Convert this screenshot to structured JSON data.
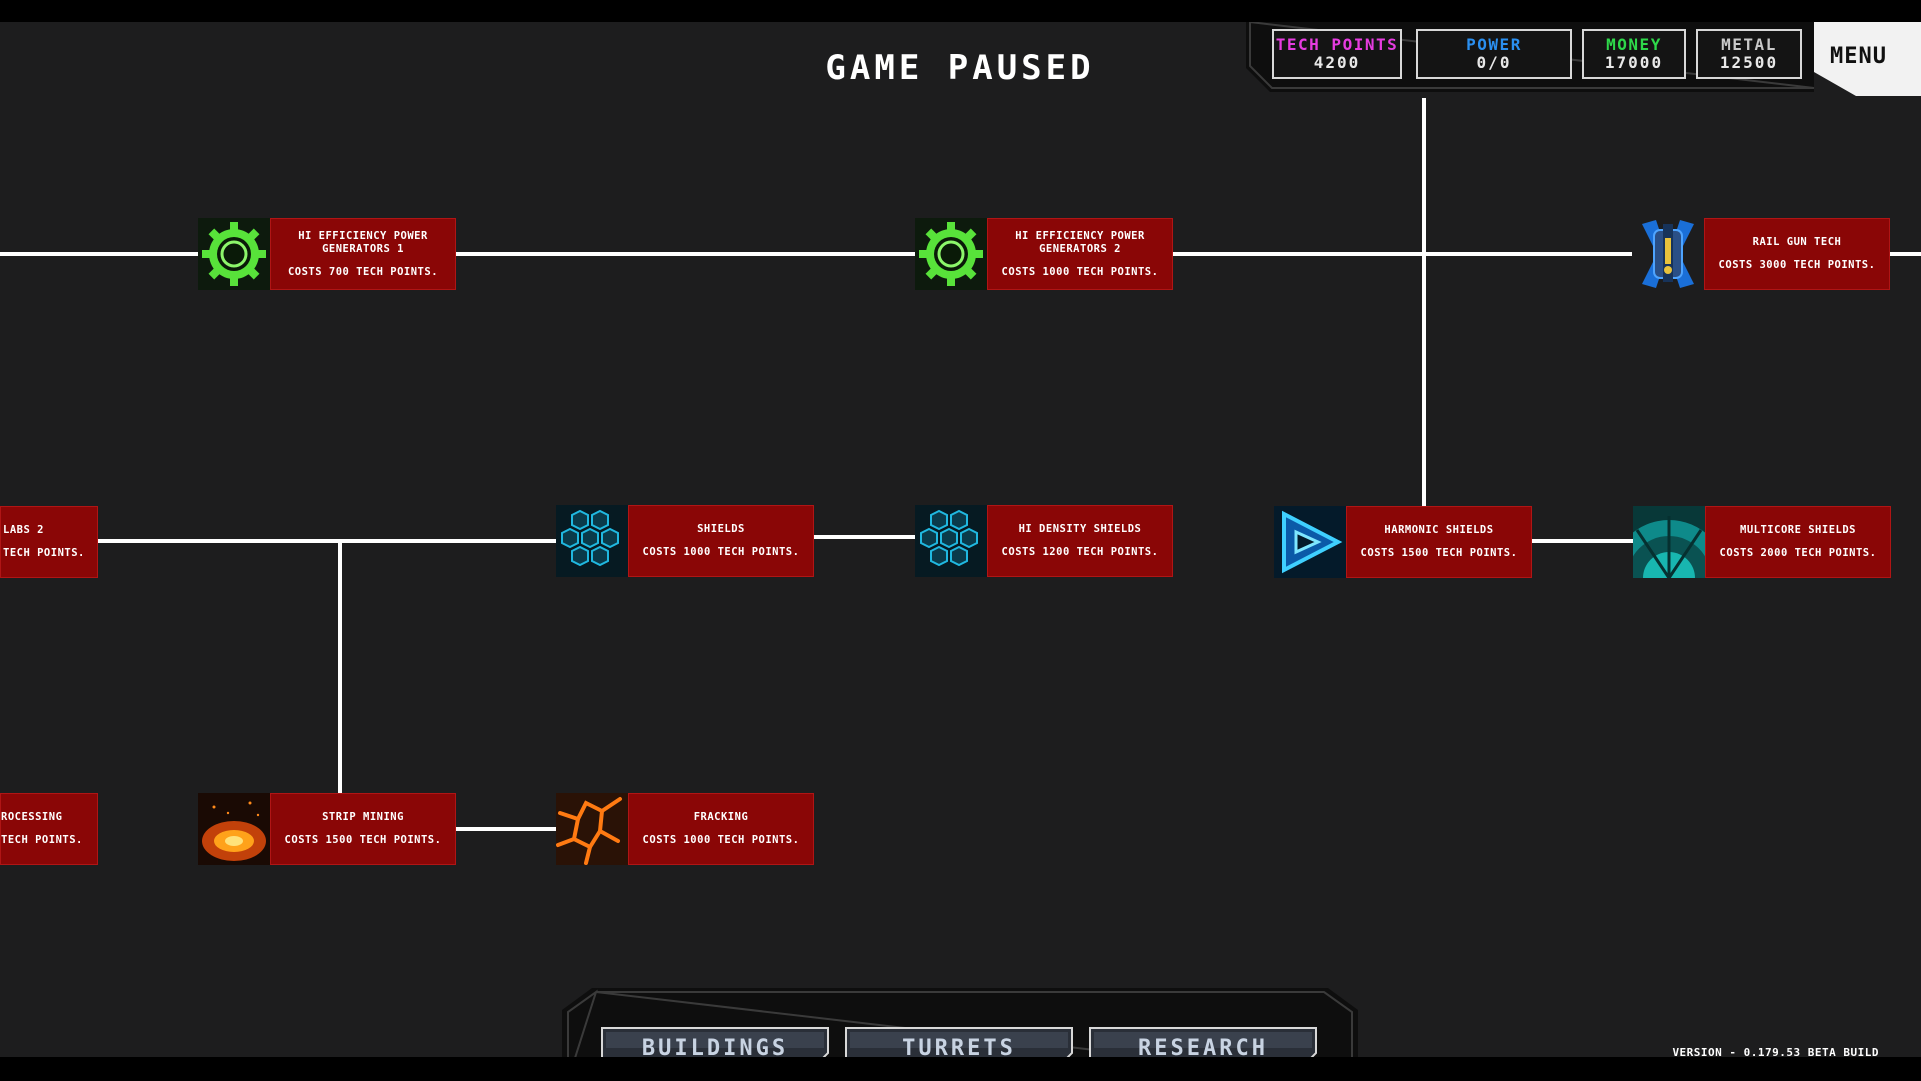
{
  "header": {
    "title": "GAME PAUSED",
    "menu_label": "MENU"
  },
  "resources": [
    {
      "label": "TECH POINTS",
      "value": "4200",
      "color": "#e63ce0"
    },
    {
      "label": "POWER",
      "value": "0/0",
      "color": "#2a8ff0"
    },
    {
      "label": "MONEY",
      "value": "17000",
      "color": "#2ed84a"
    },
    {
      "label": "METAL",
      "value": "12500",
      "color": "#c9c9c9"
    }
  ],
  "tech_tree": {
    "nodes": [
      {
        "id": "hi-efficiency-power-generators-1",
        "name": "HI EFFICIENCY POWER GENERATORS 1",
        "cost": "COSTS 700 TECH POINTS.",
        "icon": "gear-icon"
      },
      {
        "id": "hi-efficiency-power-generators-2",
        "name": "HI EFFICIENCY POWER GENERATORS 2",
        "cost": "COSTS 1000 TECH POINTS.",
        "icon": "gear-icon"
      },
      {
        "id": "rail-gun-tech",
        "name": "RAIL GUN TECH",
        "cost": "COSTS 3000 TECH POINTS.",
        "icon": "railgun-icon"
      },
      {
        "id": "labs-2",
        "name": "LABS 2",
        "cost": "TECH POINTS.",
        "icon": ""
      },
      {
        "id": "shields",
        "name": "SHIELDS",
        "cost": "COSTS 1000 TECH POINTS.",
        "icon": "hex-shield-icon"
      },
      {
        "id": "hi-density-shields",
        "name": "HI DENSITY SHIELDS",
        "cost": "COSTS 1200 TECH POINTS.",
        "icon": "hex-shield-icon"
      },
      {
        "id": "harmonic-shields",
        "name": "HARMONIC SHIELDS",
        "cost": "COSTS 1500 TECH POINTS.",
        "icon": "triangle-shield-icon"
      },
      {
        "id": "multicore-shields",
        "name": "MULTICORE SHIELDS",
        "cost": "COSTS 2000 TECH POINTS.",
        "icon": "multicore-shield-icon"
      },
      {
        "id": "processing",
        "name": "ROCESSING",
        "cost": "TECH POINTS.",
        "icon": ""
      },
      {
        "id": "strip-mining",
        "name": "STRIP MINING",
        "cost": "COSTS 1500 TECH POINTS.",
        "icon": "lava-crater-icon"
      },
      {
        "id": "fracking",
        "name": "FRACKING",
        "cost": "COSTS 1000 TECH POINTS.",
        "icon": "lava-cracks-icon"
      }
    ]
  },
  "bottom_tabs": [
    {
      "label": "BUILDINGS"
    },
    {
      "label": "TURRETS"
    },
    {
      "label": "RESEARCH"
    }
  ],
  "version": "VERSION - 0.179.53 BETA BUILD"
}
